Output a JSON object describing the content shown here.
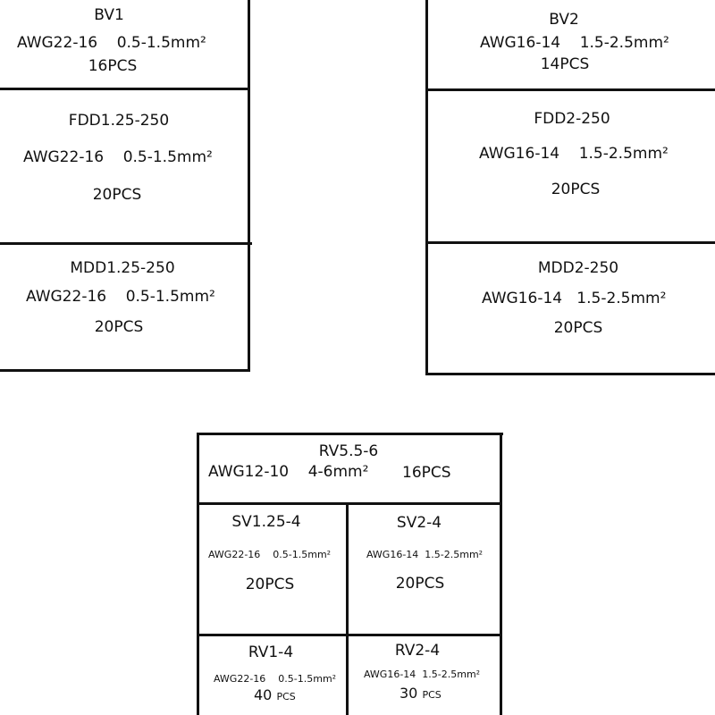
{
  "left_column": [
    {
      "name": "BV1",
      "spec": "AWG22-16    0.5-1.5mm²",
      "count": "16PCS"
    },
    {
      "name": "FDD1.25-250",
      "spec": "AWG22-16    0.5-1.5mm²",
      "count": "20PCS"
    },
    {
      "name": "MDD1.25-250",
      "spec": "AWG22-16    0.5-1.5mm²",
      "count": "20PCS"
    }
  ],
  "right_column": [
    {
      "name": "BV2",
      "spec": "AWG16-14    1.5-2.5mm²",
      "count": "14PCS"
    },
    {
      "name": "FDD2-250",
      "spec": "AWG16-14    1.5-2.5mm²",
      "count": "20PCS"
    },
    {
      "name": "MDD2-250",
      "spec": "AWG16-14   1.5-2.5mm²",
      "count": "20PCS"
    }
  ],
  "bottom": {
    "top_cell": {
      "name": "RV5.5-6",
      "spec": "AWG12-10    4-6mm²",
      "count": "16PCS"
    },
    "cells": [
      {
        "name": "SV1.25-4",
        "spec": "AWG22-16    0.5-1.5mm²",
        "count": "20PCS"
      },
      {
        "name": "SV2-4",
        "spec": "AWG16-14  1.5-2.5mm²",
        "count": "20PCS"
      },
      {
        "name": "RV1-4",
        "spec": "AWG22-16    0.5-1.5mm²",
        "count_num": "40",
        "count_unit": "PCS"
      },
      {
        "name": "RV2-4",
        "spec": "AWG16-14  1.5-2.5mm²",
        "count_num": "30",
        "count_unit": "PCS"
      }
    ]
  }
}
